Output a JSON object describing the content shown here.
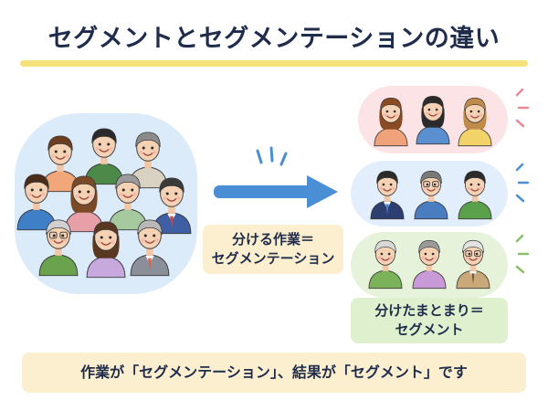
{
  "title": "セグメントとセグメンテーションの違い",
  "process_label": {
    "line1": "分ける作業＝",
    "line2": "セグメンテーション"
  },
  "result_label": {
    "line1": "分けたまとまり＝",
    "line2": "セグメント"
  },
  "summary": "作業が「セグメンテーション」、結果が「セグメント」です",
  "colors": {
    "title": "#1f2c4c",
    "underline": "#f6e27a",
    "arrow": "#4a8fd6",
    "group_top": "#fbe3e6",
    "group_middle": "#e2eefb",
    "group_bottom": "#e6f3da",
    "crowd_bg": "#dcebfa",
    "label_bg_yellow": "#fcefcf",
    "label_bg_green": "#dff0cf"
  },
  "illustration": {
    "crowd": "mixed-crowd-of-people",
    "group_top": "young-women-group",
    "group_middle": "middle-aged-men-group",
    "group_bottom": "seniors-group"
  }
}
